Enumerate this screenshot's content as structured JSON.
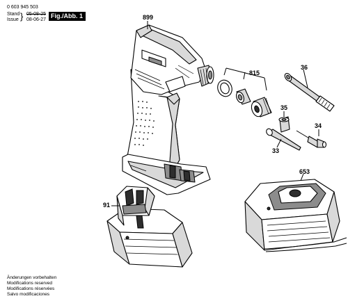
{
  "header": {
    "part_number": "0 603 945 503",
    "stand_label": "Stand",
    "stand_date": "05-08-25",
    "issue_label": "Issue",
    "issue_date": "08-06-27",
    "figure_tag": "Fig./Abb. 1"
  },
  "callouts": {
    "inflator_body": "899",
    "adapter_set": "815",
    "hose_nozzle": "36",
    "valve_nut": "35",
    "needle_valve": "34",
    "cone_nozzle": "33",
    "charger": "653",
    "battery": "91"
  },
  "footer": {
    "lines": [
      "Änderungen vorbehalten",
      "Modifications reserved",
      "Modifications réservées",
      "Salvo modificaciones"
    ]
  }
}
